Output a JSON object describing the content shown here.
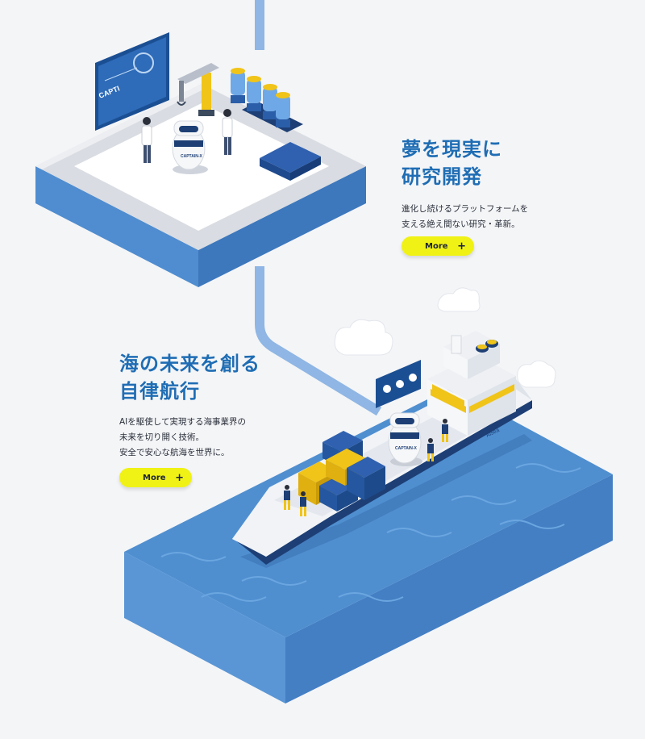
{
  "section_research": {
    "heading_line1": "夢を現実に",
    "heading_line2": "研究開発",
    "desc_line1": "進化し続けるプラットフォームを",
    "desc_line2": "支える絶え間ない研究・革新。",
    "more_label": "More",
    "more_icon": "+"
  },
  "section_autonomous": {
    "heading_line1": "海の未来を創る",
    "heading_line2": "自律航行",
    "desc_line1": "AIを駆使して実現する海事業界の",
    "desc_line2": "未来を切り開く技術。",
    "desc_line3": "安全で安心な航海を世界に。",
    "more_label": "More",
    "more_icon": "+"
  },
  "illustration": {
    "monitor_text": "CAPTI",
    "robot_label_lab": "CAPTAIN-X",
    "robot_label_ship": "CAPTAIN-X",
    "ship_name": "Aisea"
  },
  "colors": {
    "heading": "#1f6db4",
    "button": "#f0f215",
    "pipe": "#8fb6e4",
    "water": "#4f8fd0",
    "background": "#f4f5f7"
  }
}
